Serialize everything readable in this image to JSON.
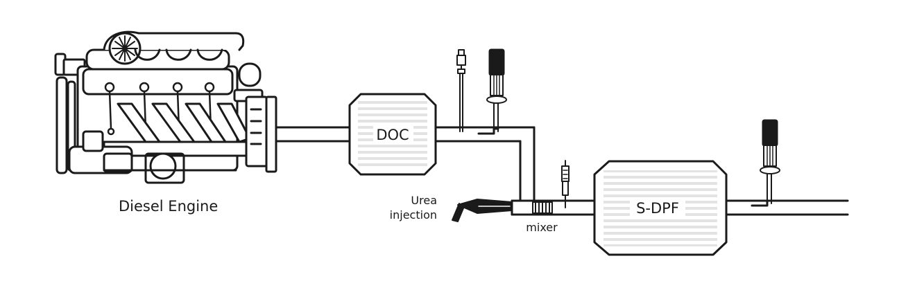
{
  "labels": {
    "engine": "Diesel Engine",
    "doc": "DOC",
    "urea_line1": "Urea",
    "urea_line2": "injection",
    "mixer": "mixer",
    "sdpf": "S-DPF"
  },
  "colors": {
    "stroke": "#1a1a1a",
    "fill": "#ffffff",
    "pattern": "#e6e6e6"
  }
}
